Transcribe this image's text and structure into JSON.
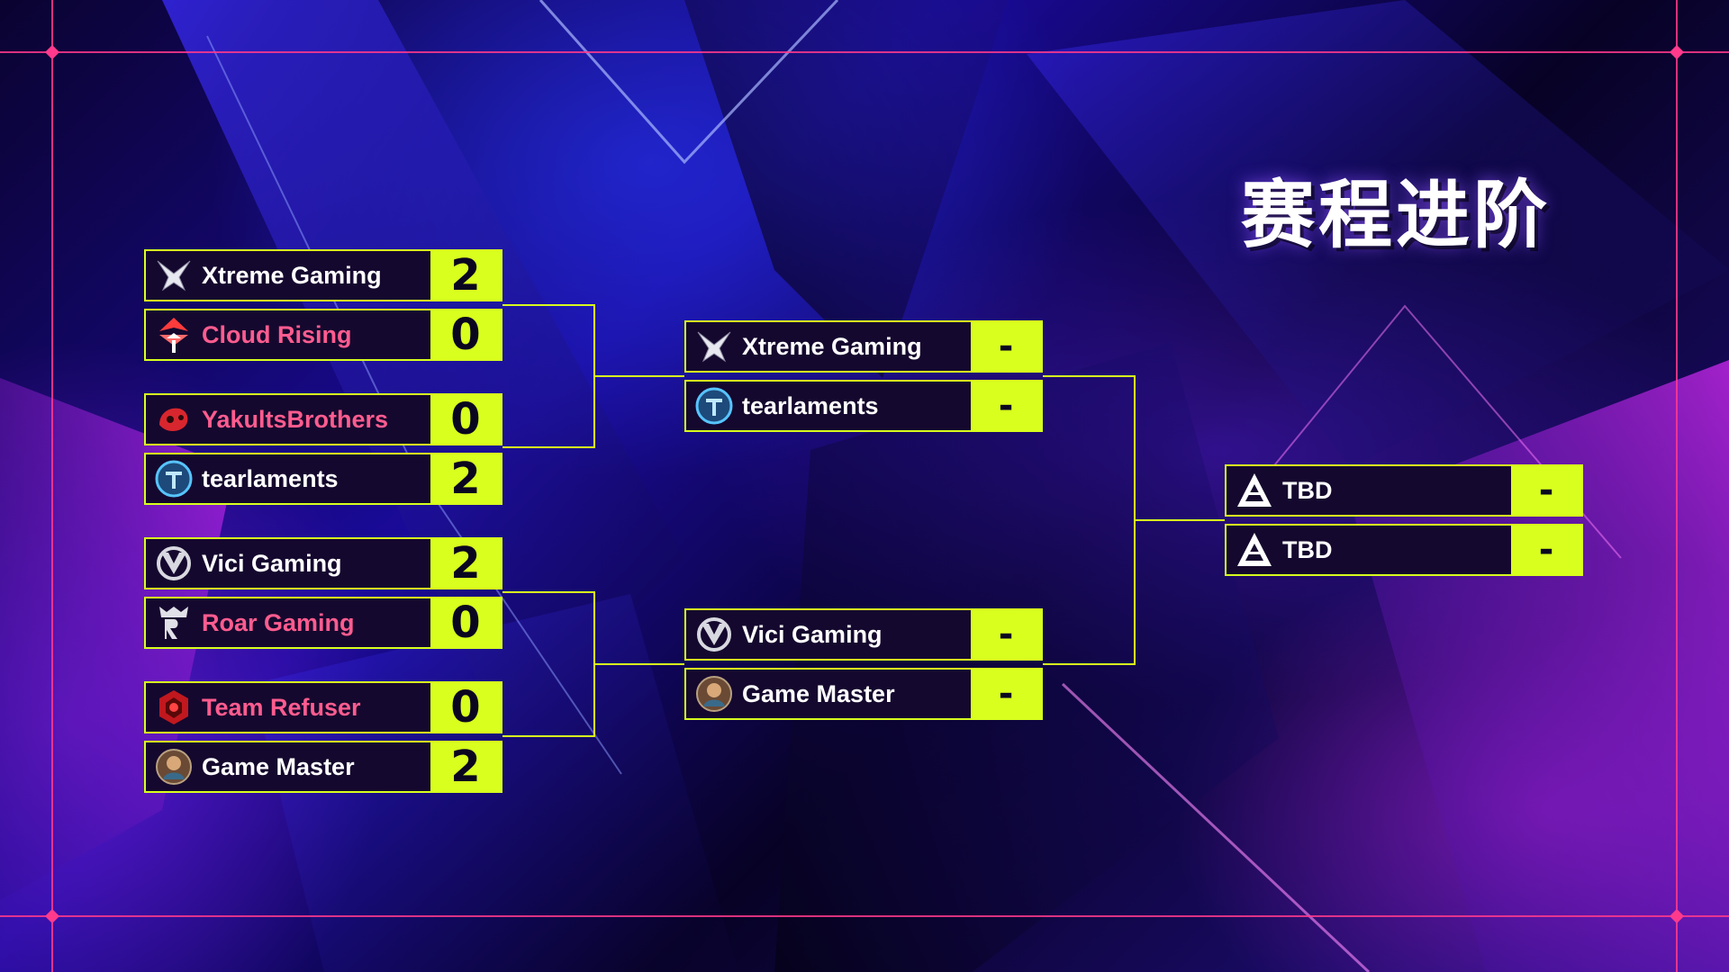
{
  "title": "赛程进阶",
  "colors": {
    "accent": "#d8ff1e",
    "loser_text": "#ff5c8f",
    "row_bg": "#15082e",
    "frame_line": "#ff3a8c"
  },
  "round1": [
    {
      "name": "Xtreme Gaming",
      "score": "2",
      "lost": false,
      "icon": "xtreme-gaming-logo-icon"
    },
    {
      "name": "Cloud Rising",
      "score": "0",
      "lost": true,
      "icon": "cloud-rising-logo-icon"
    },
    {
      "name": "YakultsBrothers",
      "score": "0",
      "lost": true,
      "icon": "yakults-brothers-logo-icon"
    },
    {
      "name": "tearlaments",
      "score": "2",
      "lost": false,
      "icon": "tearlaments-logo-icon"
    },
    {
      "name": "Vici Gaming",
      "score": "2",
      "lost": false,
      "icon": "vici-gaming-logo-icon"
    },
    {
      "name": "Roar Gaming",
      "score": "0",
      "lost": true,
      "icon": "roar-gaming-logo-icon"
    },
    {
      "name": "Team Refuser",
      "score": "0",
      "lost": true,
      "icon": "team-refuser-logo-icon"
    },
    {
      "name": "Game Master",
      "score": "2",
      "lost": false,
      "icon": "game-master-logo-icon"
    }
  ],
  "round2": [
    {
      "name": "Xtreme Gaming",
      "score": "-",
      "icon": "xtreme-gaming-logo-icon"
    },
    {
      "name": "tearlaments",
      "score": "-",
      "icon": "tearlaments-logo-icon"
    },
    {
      "name": "Vici Gaming",
      "score": "-",
      "icon": "vici-gaming-logo-icon"
    },
    {
      "name": "Game Master",
      "score": "-",
      "icon": "game-master-logo-icon"
    }
  ],
  "final": [
    {
      "name": "TBD",
      "score": "-",
      "icon": "blast-logo-icon"
    },
    {
      "name": "TBD",
      "score": "-",
      "icon": "blast-logo-icon"
    }
  ]
}
